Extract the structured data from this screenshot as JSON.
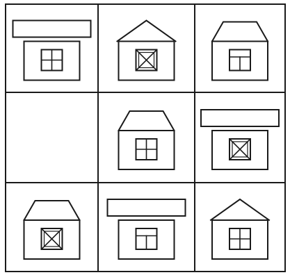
{
  "puzzle": {
    "rows": 3,
    "cols": 3,
    "ink_color": "#1a1a1a",
    "background": "#ffffff",
    "cells": [
      {
        "row": 1,
        "col": 1,
        "roof": "flat-slab",
        "window": "four-pane"
      },
      {
        "row": 1,
        "col": 2,
        "roof": "triangle",
        "window": "crossed"
      },
      {
        "row": 1,
        "col": 3,
        "roof": "trapezoid",
        "window": "t-pane"
      },
      {
        "row": 2,
        "col": 1,
        "roof": "none",
        "window": "none",
        "empty": true
      },
      {
        "row": 2,
        "col": 2,
        "roof": "trapezoid",
        "window": "four-pane"
      },
      {
        "row": 2,
        "col": 3,
        "roof": "flat-slab",
        "window": "crossed"
      },
      {
        "row": 3,
        "col": 1,
        "roof": "trapezoid",
        "window": "crossed"
      },
      {
        "row": 3,
        "col": 2,
        "roof": "flat-slab",
        "window": "t-pane"
      },
      {
        "row": 3,
        "col": 3,
        "roof": "triangle",
        "window": "four-pane"
      }
    ]
  }
}
